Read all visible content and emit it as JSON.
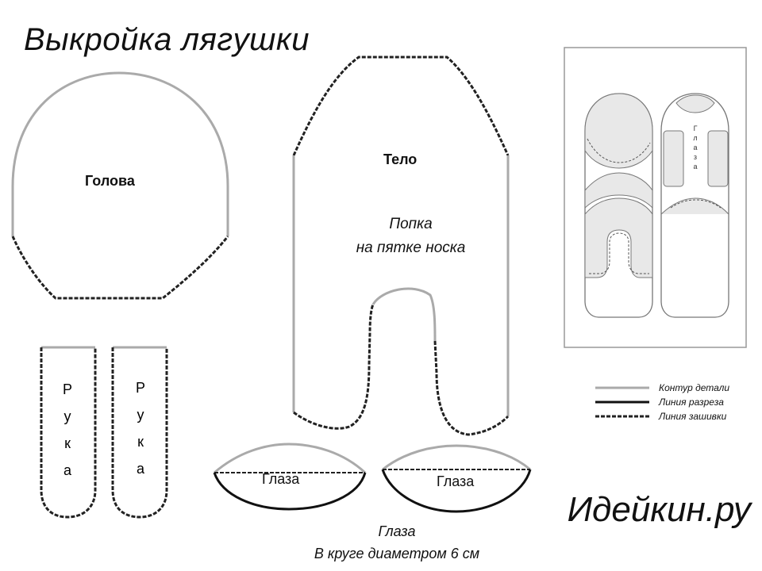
{
  "title": "Выкройка лягушки",
  "pieces": {
    "head_label": "Голова",
    "body_label": "Тело",
    "bottom_note_line1": "Попка",
    "bottom_note_line2": "на пятке носка",
    "arm_left_letters": [
      "Р",
      "у",
      "к",
      "а"
    ],
    "arm_right_letters": [
      "Р",
      "у",
      "к",
      "а"
    ],
    "eye_left_label": "Глаза",
    "eye_right_label": "Глаза"
  },
  "eyes_note": {
    "line1": "Глаза",
    "line2": "В круге диаметром  6 см"
  },
  "layout_diagram": {
    "eye_letters": [
      "Г",
      "л",
      "а",
      "з",
      "а"
    ]
  },
  "legend": {
    "items": [
      {
        "label": "Контур детали",
        "color": "#aaaaaa",
        "style": "solid-grey"
      },
      {
        "label": "Линия разреза",
        "color": "#111111",
        "style": "solid-black"
      },
      {
        "label": "Линия зашивки",
        "color": "#222222",
        "style": "dashed"
      }
    ]
  },
  "brand": "Идейкин.ру"
}
